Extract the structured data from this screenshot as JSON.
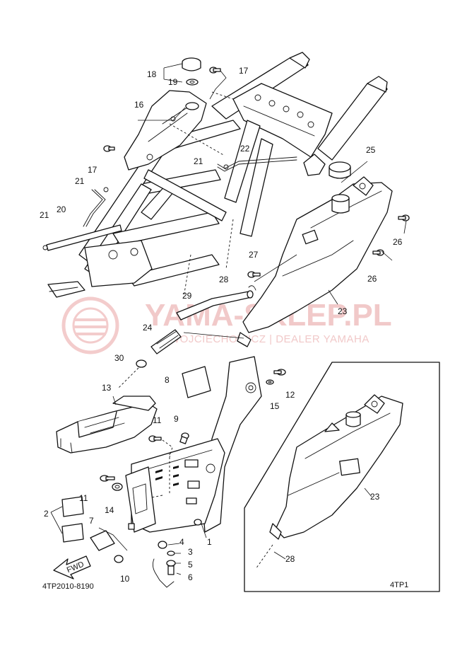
{
  "diagram": {
    "code": "4TP2010-8190",
    "inset_label": "4TP1",
    "direction_label": "FWD",
    "watermark": {
      "brand": "YAMA-SKLEP.PL",
      "subtitle": "WOJCIECHOWICZ | DEALER YAMAHA"
    },
    "callouts": [
      {
        "id": "c1",
        "label": "1"
      },
      {
        "id": "c2",
        "label": "2"
      },
      {
        "id": "c3",
        "label": "3"
      },
      {
        "id": "c4",
        "label": "4"
      },
      {
        "id": "c5",
        "label": "5"
      },
      {
        "id": "c6",
        "label": "6"
      },
      {
        "id": "c7",
        "label": "7"
      },
      {
        "id": "c8",
        "label": "8"
      },
      {
        "id": "c9",
        "label": "9"
      },
      {
        "id": "c10",
        "label": "10"
      },
      {
        "id": "c11a",
        "label": "11"
      },
      {
        "id": "c11b",
        "label": "11"
      },
      {
        "id": "c12",
        "label": "12"
      },
      {
        "id": "c13",
        "label": "13"
      },
      {
        "id": "c14",
        "label": "14"
      },
      {
        "id": "c15",
        "label": "15"
      },
      {
        "id": "c16",
        "label": "16"
      },
      {
        "id": "c17a",
        "label": "17"
      },
      {
        "id": "c17b",
        "label": "17"
      },
      {
        "id": "c18",
        "label": "18"
      },
      {
        "id": "c19",
        "label": "19"
      },
      {
        "id": "c20",
        "label": "20"
      },
      {
        "id": "c21a",
        "label": "21"
      },
      {
        "id": "c21b",
        "label": "21"
      },
      {
        "id": "c21c",
        "label": "21"
      },
      {
        "id": "c22",
        "label": "22"
      },
      {
        "id": "c23a",
        "label": "23"
      },
      {
        "id": "c23b",
        "label": "23"
      },
      {
        "id": "c24",
        "label": "24"
      },
      {
        "id": "c25",
        "label": "25"
      },
      {
        "id": "c26a",
        "label": "26"
      },
      {
        "id": "c26b",
        "label": "26"
      },
      {
        "id": "c27",
        "label": "27"
      },
      {
        "id": "c28a",
        "label": "28"
      },
      {
        "id": "c28b",
        "label": "28"
      },
      {
        "id": "c29",
        "label": "29"
      },
      {
        "id": "c30",
        "label": "30"
      }
    ]
  }
}
